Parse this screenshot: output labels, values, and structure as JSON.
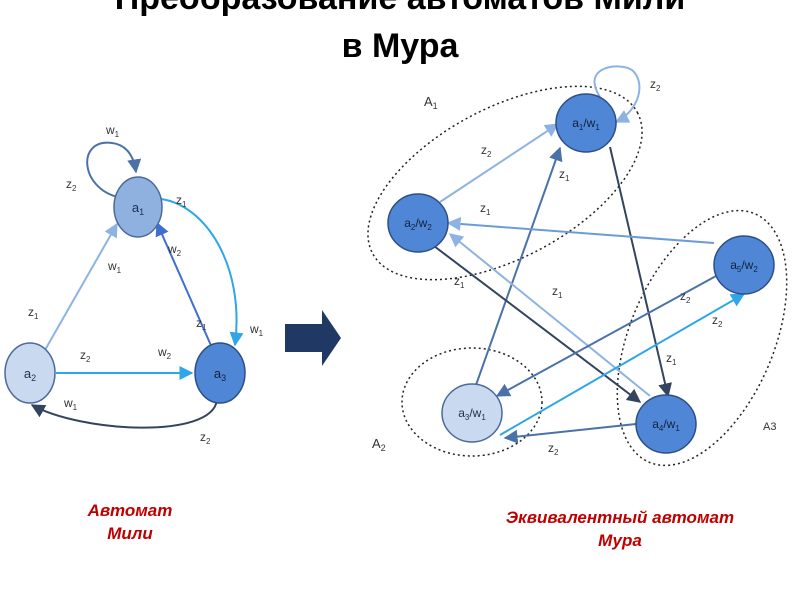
{
  "title": {
    "line1": "Преобразование автоматов Мили",
    "line2": "в Мура"
  },
  "captions": {
    "mealy": [
      "Автомат",
      "Мили"
    ],
    "moore": [
      "Эквивалентный автомат",
      "Мура"
    ]
  },
  "colors": {
    "light_fill": "#c9d9ef",
    "mid_fill": "#8fb1e0",
    "dark_fill": "#4f86d6",
    "arrow_light": "#8db3e2",
    "arrow_bright": "#2ea6e8",
    "arrow_dark": "#34445e",
    "arrow_blue": "#3d6fd1",
    "arrow_steel": "#4a72a8",
    "transform_arrow": "#1f3864",
    "caption": "#c00000"
  },
  "mealy": {
    "states": [
      {
        "id": "a1",
        "base": "a",
        "sub": "1"
      },
      {
        "id": "a2",
        "base": "a",
        "sub": "2"
      },
      {
        "id": "a3",
        "base": "a",
        "sub": "3"
      }
    ],
    "labels": [
      {
        "id": "m-w1-loop",
        "base": "w",
        "sub": "1"
      },
      {
        "id": "m-z2-loop",
        "base": "z",
        "sub": "2"
      },
      {
        "id": "m-z1-a1a3",
        "base": "z",
        "sub": "1"
      },
      {
        "id": "m-w2-a3a1",
        "base": "w",
        "sub": "2"
      },
      {
        "id": "m-w1-a2a1",
        "base": "w",
        "sub": "1"
      },
      {
        "id": "m-z1-a2a1",
        "base": "z",
        "sub": "1"
      },
      {
        "id": "m-z1-a3a1",
        "base": "z",
        "sub": "1"
      },
      {
        "id": "m-w1-a1a3",
        "base": "w",
        "sub": "1"
      },
      {
        "id": "m-z2-a2a3",
        "base": "z",
        "sub": "2"
      },
      {
        "id": "m-w2-a2a3",
        "base": "w",
        "sub": "2"
      },
      {
        "id": "m-w1-a3a2",
        "base": "w",
        "sub": "1"
      },
      {
        "id": "m-z2-a3a2",
        "base": "z",
        "sub": "2"
      }
    ]
  },
  "moore": {
    "states": [
      {
        "id": "b1",
        "base": "a",
        "sub": "1",
        "out": "w",
        "osub": "1"
      },
      {
        "id": "b2",
        "base": "a",
        "sub": "2",
        "out": "w",
        "osub": "2"
      },
      {
        "id": "b3",
        "base": "a",
        "sub": "3",
        "out": "w",
        "osub": "1"
      },
      {
        "id": "b4",
        "base": "a",
        "sub": "4",
        "out": "w",
        "osub": "1"
      },
      {
        "id": "b5",
        "base": "a",
        "sub": "5",
        "out": "w",
        "osub": "2"
      }
    ],
    "groups": [
      {
        "id": "A1",
        "base": "A",
        "sub": "1"
      },
      {
        "id": "A2",
        "base": "A",
        "sub": "2"
      },
      {
        "id": "A3",
        "base": "A",
        "sub": "3"
      }
    ],
    "labels": [
      {
        "id": "r-z2-loop",
        "base": "z",
        "sub": "2"
      },
      {
        "id": "r-z2-b2b1",
        "base": "z",
        "sub": "2"
      },
      {
        "id": "r-z1-b3b1",
        "base": "z",
        "sub": "1"
      },
      {
        "id": "r-z1-b5b2",
        "base": "z",
        "sub": "1"
      },
      {
        "id": "r-z1-b2b4",
        "base": "z",
        "sub": "1"
      },
      {
        "id": "r-z1-b4b2",
        "base": "z",
        "sub": "1"
      },
      {
        "id": "r-z2-b5b3",
        "base": "z",
        "sub": "2"
      },
      {
        "id": "r-z2-b3b5",
        "base": "z",
        "sub": "2"
      },
      {
        "id": "r-z1-b1b4",
        "base": "z",
        "sub": "1"
      },
      {
        "id": "r-z2-b4b3",
        "base": "z",
        "sub": "2"
      }
    ]
  }
}
